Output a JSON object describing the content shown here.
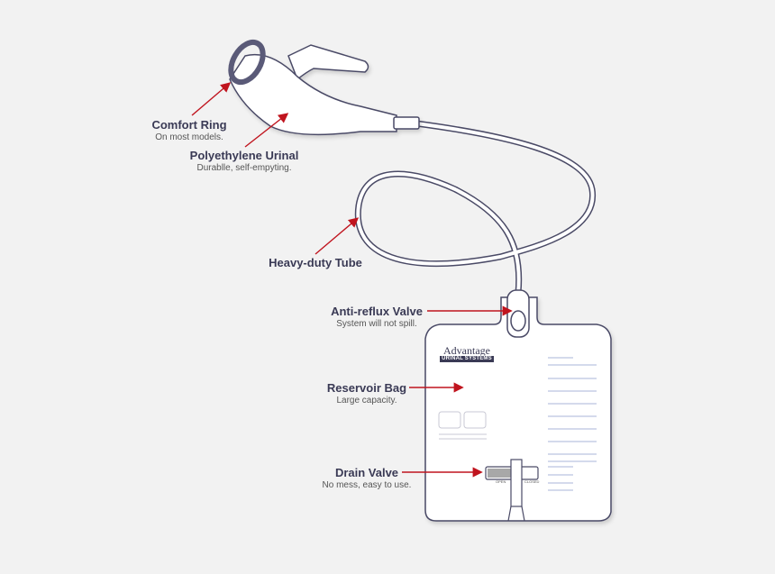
{
  "brand": {
    "name": "Advantage",
    "tagline": "URINAL SYSTEMS"
  },
  "labels": {
    "comfort_ring": {
      "title": "Comfort Ring",
      "sub": "On most models."
    },
    "urinal": {
      "title": "Polyethylene Urinal",
      "sub": "Durablle, self-empyting."
    },
    "tube": {
      "title": "Heavy-duty Tube"
    },
    "anti_reflux": {
      "title": "Anti-reflux Valve",
      "sub": "System will not spill."
    },
    "reservoir": {
      "title": "Reservoir Bag",
      "sub": "Large capacity."
    },
    "drain": {
      "title": "Drain Valve",
      "sub": "No mess, easy to use."
    }
  },
  "valve": {
    "open": "OPEN",
    "closed": "CLOSED"
  },
  "colors": {
    "background": "#f2f2f2",
    "outline": "#4a4a66",
    "ring": "#5a5a78",
    "arrow": "#c0141e",
    "text": "#3a3a55",
    "gauge_lines": "#a8b4d8"
  }
}
